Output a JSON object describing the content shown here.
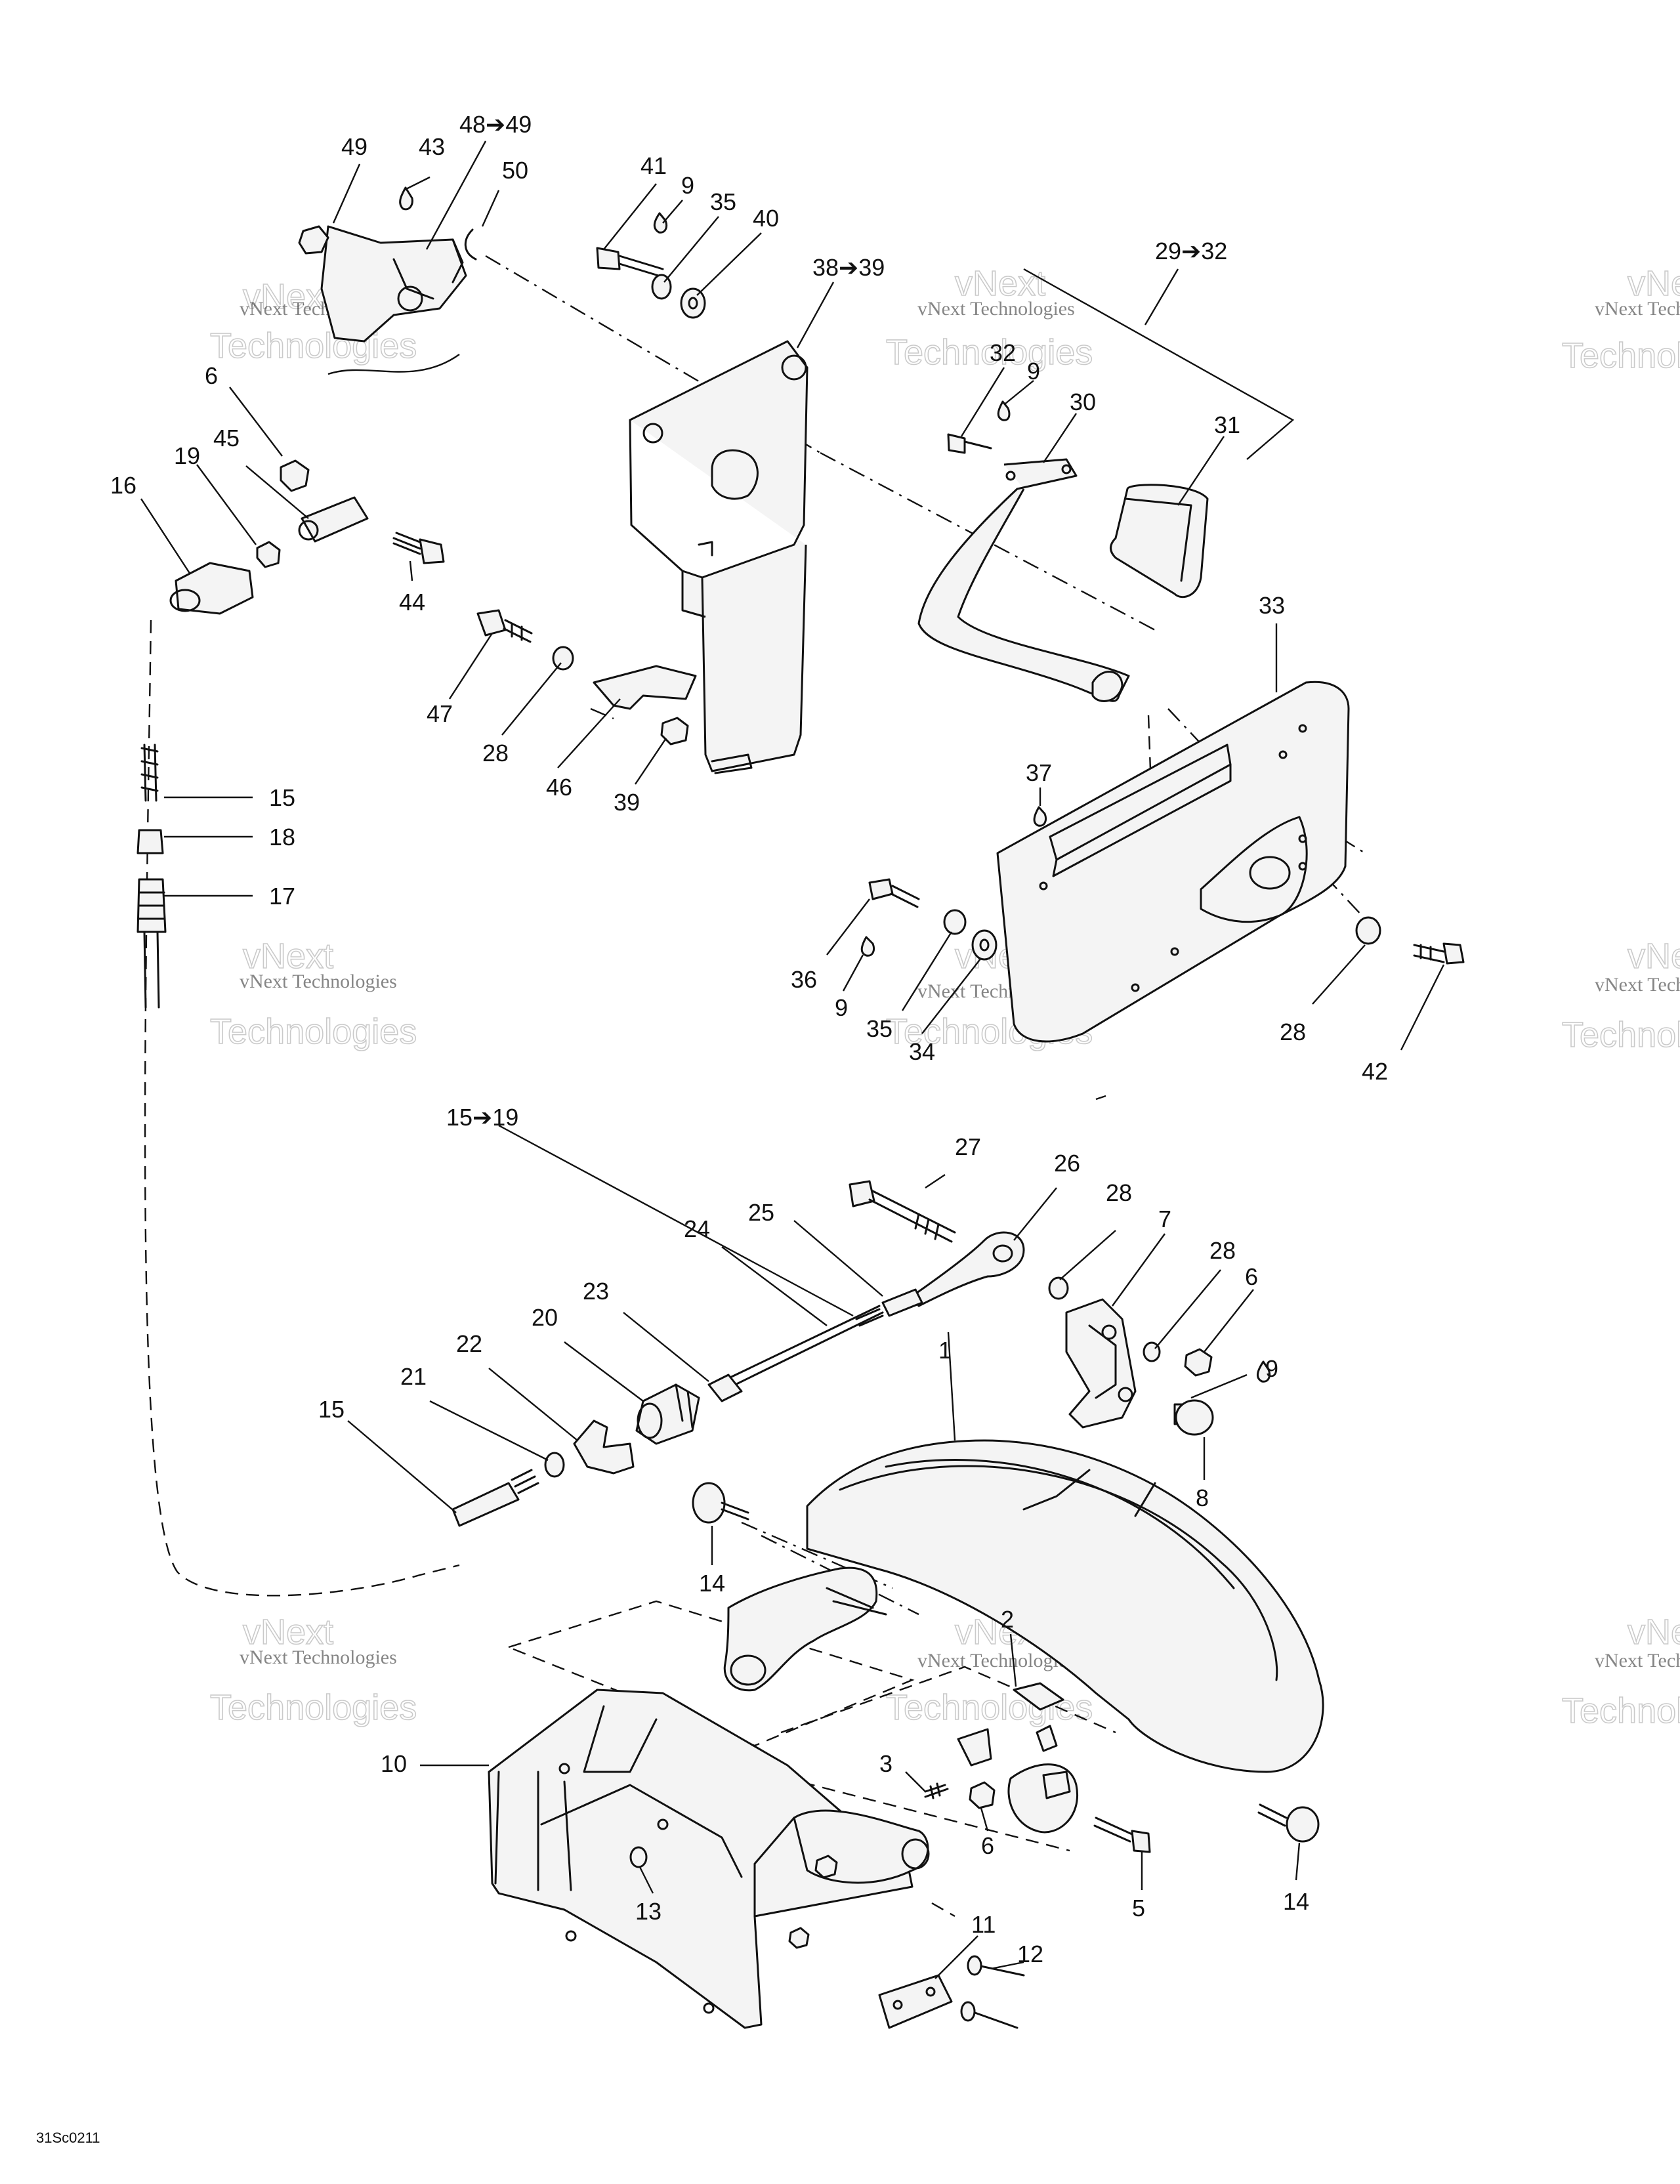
{
  "drawing_code": "31Sc0211",
  "watermark": {
    "line1": "vNext Technologies",
    "big_top": "vNext",
    "big_bottom": "Technologies"
  },
  "callouts": {
    "c1": "1",
    "c2": "2",
    "c3": "3",
    "c5": "5",
    "c6a": "6",
    "c6b": "6",
    "c6c": "6",
    "c7": "7",
    "c8": "8",
    "c9a": "9",
    "c9b": "9",
    "c9c": "9",
    "c9d": "9",
    "c10": "10",
    "c11": "11",
    "c12": "12",
    "c13": "13",
    "c14a": "14",
    "c14b": "14",
    "c15a": "15",
    "c15b": "15",
    "c1519": "15➔19",
    "c16": "16",
    "c17": "17",
    "c18": "18",
    "c19": "19",
    "c20": "20",
    "c21": "21",
    "c22": "22",
    "c23": "23",
    "c24": "24",
    "c25": "25",
    "c26": "26",
    "c27": "27",
    "c28a": "28",
    "c28b": "28",
    "c28c": "28",
    "c28d": "28",
    "c2932": "29➔32",
    "c30": "30",
    "c31": "31",
    "c32": "32",
    "c33": "33",
    "c34": "34",
    "c35a": "35",
    "c35b": "35",
    "c36": "36",
    "c37": "37",
    "c3839": "38➔39",
    "c39": "39",
    "c40": "40",
    "c41": "41",
    "c42": "42",
    "c43": "43",
    "c44": "44",
    "c45": "45",
    "c46": "46",
    "c47": "47",
    "c4849": "48➔49",
    "c49": "49",
    "c50": "50"
  }
}
